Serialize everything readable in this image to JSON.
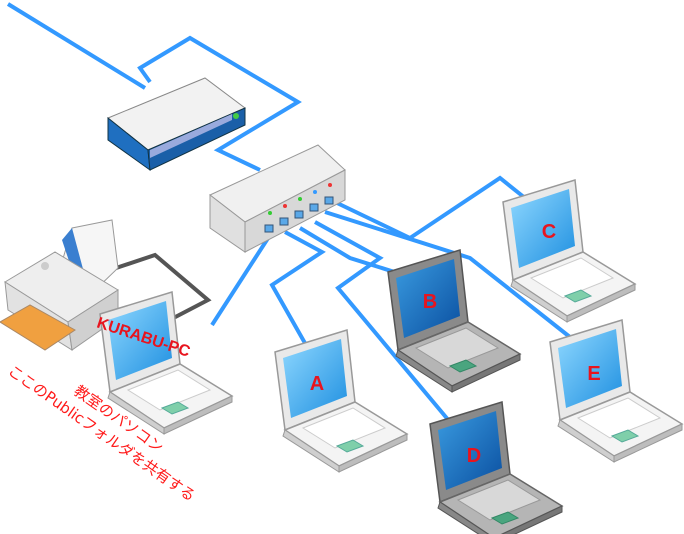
{
  "colors": {
    "wire": "#3399ff",
    "printer_cable": "#555555",
    "label": "#e8141e",
    "caption": "#ff1a1a"
  },
  "devices": {
    "router": {
      "icon": "router-icon"
    },
    "hub": {
      "icon": "switching-hub-icon"
    },
    "printer": {
      "icon": "printer-icon"
    },
    "host": {
      "label": "KURABU-PC"
    },
    "laptops": [
      {
        "label": "A"
      },
      {
        "label": "B"
      },
      {
        "label": "C"
      },
      {
        "label": "D"
      },
      {
        "label": "E"
      }
    ]
  },
  "caption": {
    "line1": "教室のパソコン",
    "line2": "ここのPublicフォルダを共有する"
  }
}
